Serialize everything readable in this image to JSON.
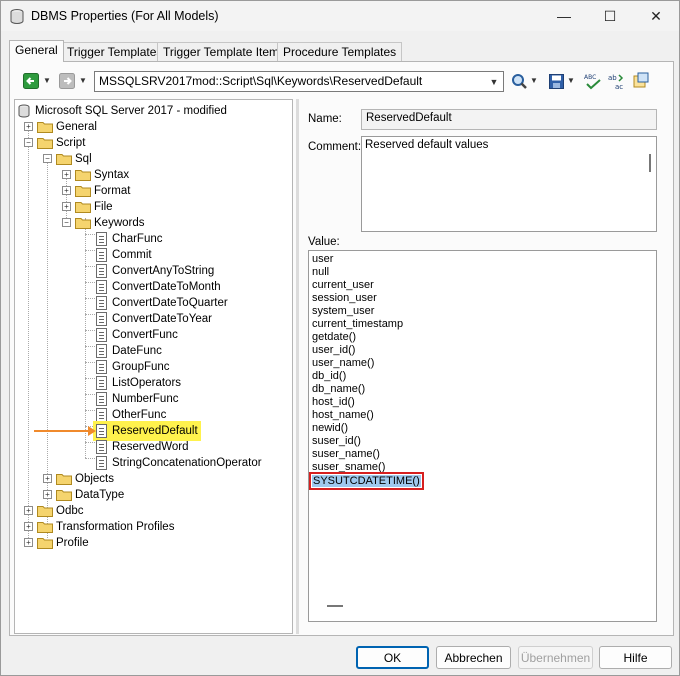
{
  "window": {
    "title": "DBMS Properties (For All Models)",
    "minimize": "—",
    "maximize": "☐",
    "close": "✕"
  },
  "tabs": [
    {
      "label": "General",
      "active": true
    },
    {
      "label": "Trigger Templates"
    },
    {
      "label": "Trigger Template Items"
    },
    {
      "label": "Procedure Templates"
    }
  ],
  "toolbar": {
    "path": "MSSQLSRV2017mod::Script\\Sql\\Keywords\\ReservedDefault",
    "icons": [
      "back-icon",
      "forward-icon",
      "find-icon",
      "save-icon",
      "spellcheck-icon",
      "replace-icon",
      "properties-icon"
    ]
  },
  "tree": {
    "root": "Microsoft SQL Server 2017 - modified",
    "general": "General",
    "script": "Script",
    "sql": "Sql",
    "syntax": "Syntax",
    "format": "Format",
    "file": "File",
    "keywords": "Keywords",
    "keyword_items": [
      "CharFunc",
      "Commit",
      "ConvertAnyToString",
      "ConvertDateToMonth",
      "ConvertDateToQuarter",
      "ConvertDateToYear",
      "ConvertFunc",
      "DateFunc",
      "GroupFunc",
      "ListOperators",
      "NumberFunc",
      "OtherFunc",
      "ReservedDefault",
      "ReservedWord",
      "StringConcatenationOperator"
    ],
    "objects": "Objects",
    "datatype": "DataType",
    "odbc": "Odbc",
    "transformation": "Transformation Profiles",
    "profile": "Profile"
  },
  "details": {
    "name_label": "Name:",
    "name_value": "ReservedDefault",
    "comment_label": "Comment:",
    "comment_value": "Reserved default values",
    "value_label": "Value:",
    "value_lines": [
      "user",
      "null",
      "current_user",
      "session_user",
      "system_user",
      "current_timestamp",
      "getdate()",
      "user_id()",
      "user_name()",
      "db_id()",
      "db_name()",
      "host_id()",
      "host_name()",
      "newid()",
      "suser_id()",
      "suser_name()",
      "suser_sname()",
      "SYSUTCDATETIME()"
    ]
  },
  "buttons": {
    "ok": "OK",
    "cancel": "Abbrechen",
    "apply": "Übernehmen",
    "help": "Hilfe"
  },
  "colors": {
    "selection_highlight": "#fff24d",
    "annotation_arrow": "#f08a2c",
    "annotation_box": "#d62020",
    "text_highlight": "#9fc9ee"
  }
}
